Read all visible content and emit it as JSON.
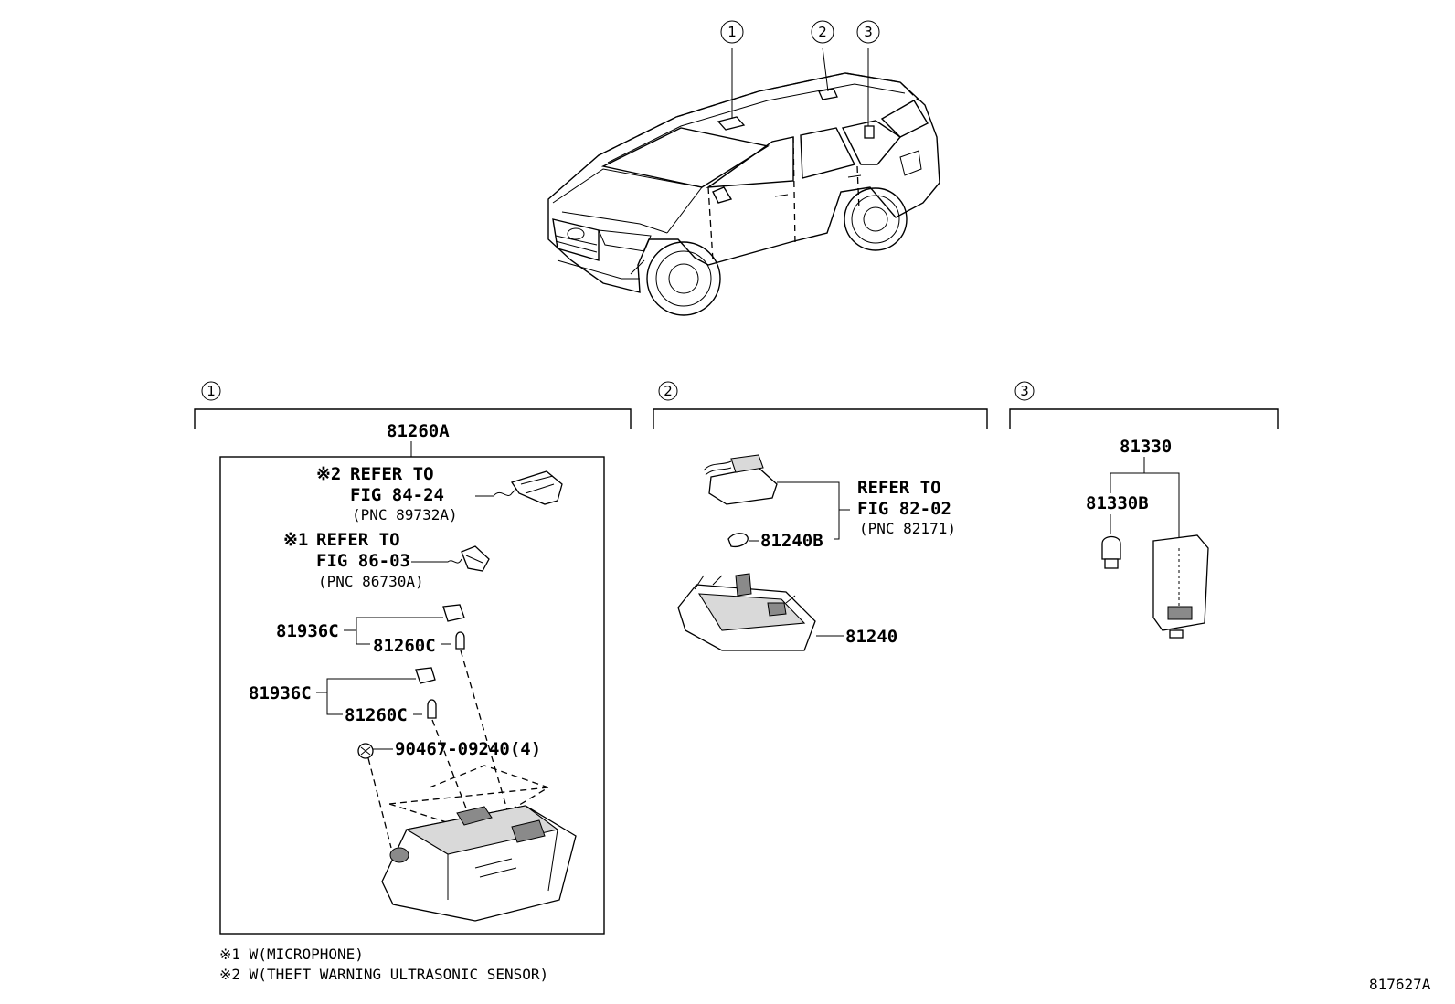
{
  "diagram": {
    "callouts": [
      "①",
      "②",
      "③"
    ],
    "group1": {
      "label": "①",
      "assembly": "81260A",
      "refs": [
        {
          "mark": "※2",
          "line1": "REFER TO",
          "line2": "FIG 84-24",
          "pnc": "(PNC 89732A)"
        },
        {
          "mark": "※1",
          "line1": "REFER TO",
          "line2": "FIG 86-03",
          "pnc": "(PNC 86730A)"
        }
      ],
      "parts": [
        "81936C",
        "81260C",
        "81936C",
        "81260C",
        "90467-09240(4)"
      ]
    },
    "group2": {
      "label": "②",
      "ref": {
        "line1": "REFER TO",
        "line2": "FIG 82-02",
        "pnc": "(PNC 82171)"
      },
      "parts": [
        "81240B",
        "81240"
      ]
    },
    "group3": {
      "label": "③",
      "parts": [
        "81330",
        "81330B"
      ]
    },
    "footnotes": [
      "※1 W(MICROPHONE)",
      "※2 W(THEFT WARNING ULTRASONIC SENSOR)"
    ],
    "figure_id": "817627A"
  }
}
